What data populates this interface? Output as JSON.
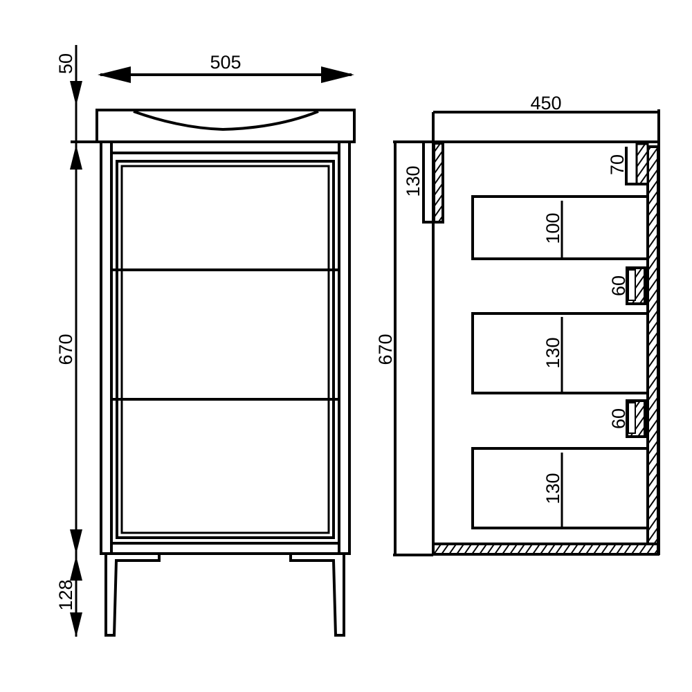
{
  "front_view": {
    "dims": {
      "sink_height": "50",
      "width": "505",
      "cabinet_height": "670",
      "leg_height": "128"
    }
  },
  "side_view": {
    "dims": {
      "depth": "450",
      "height": "670",
      "top_panel": "130",
      "top_gap": "70",
      "drawer_1": "100",
      "gap_1": "60",
      "drawer_2": "130",
      "gap_2": "60",
      "drawer_3": "130"
    }
  },
  "colors": {
    "line": "#000000",
    "background": "#ffffff"
  }
}
